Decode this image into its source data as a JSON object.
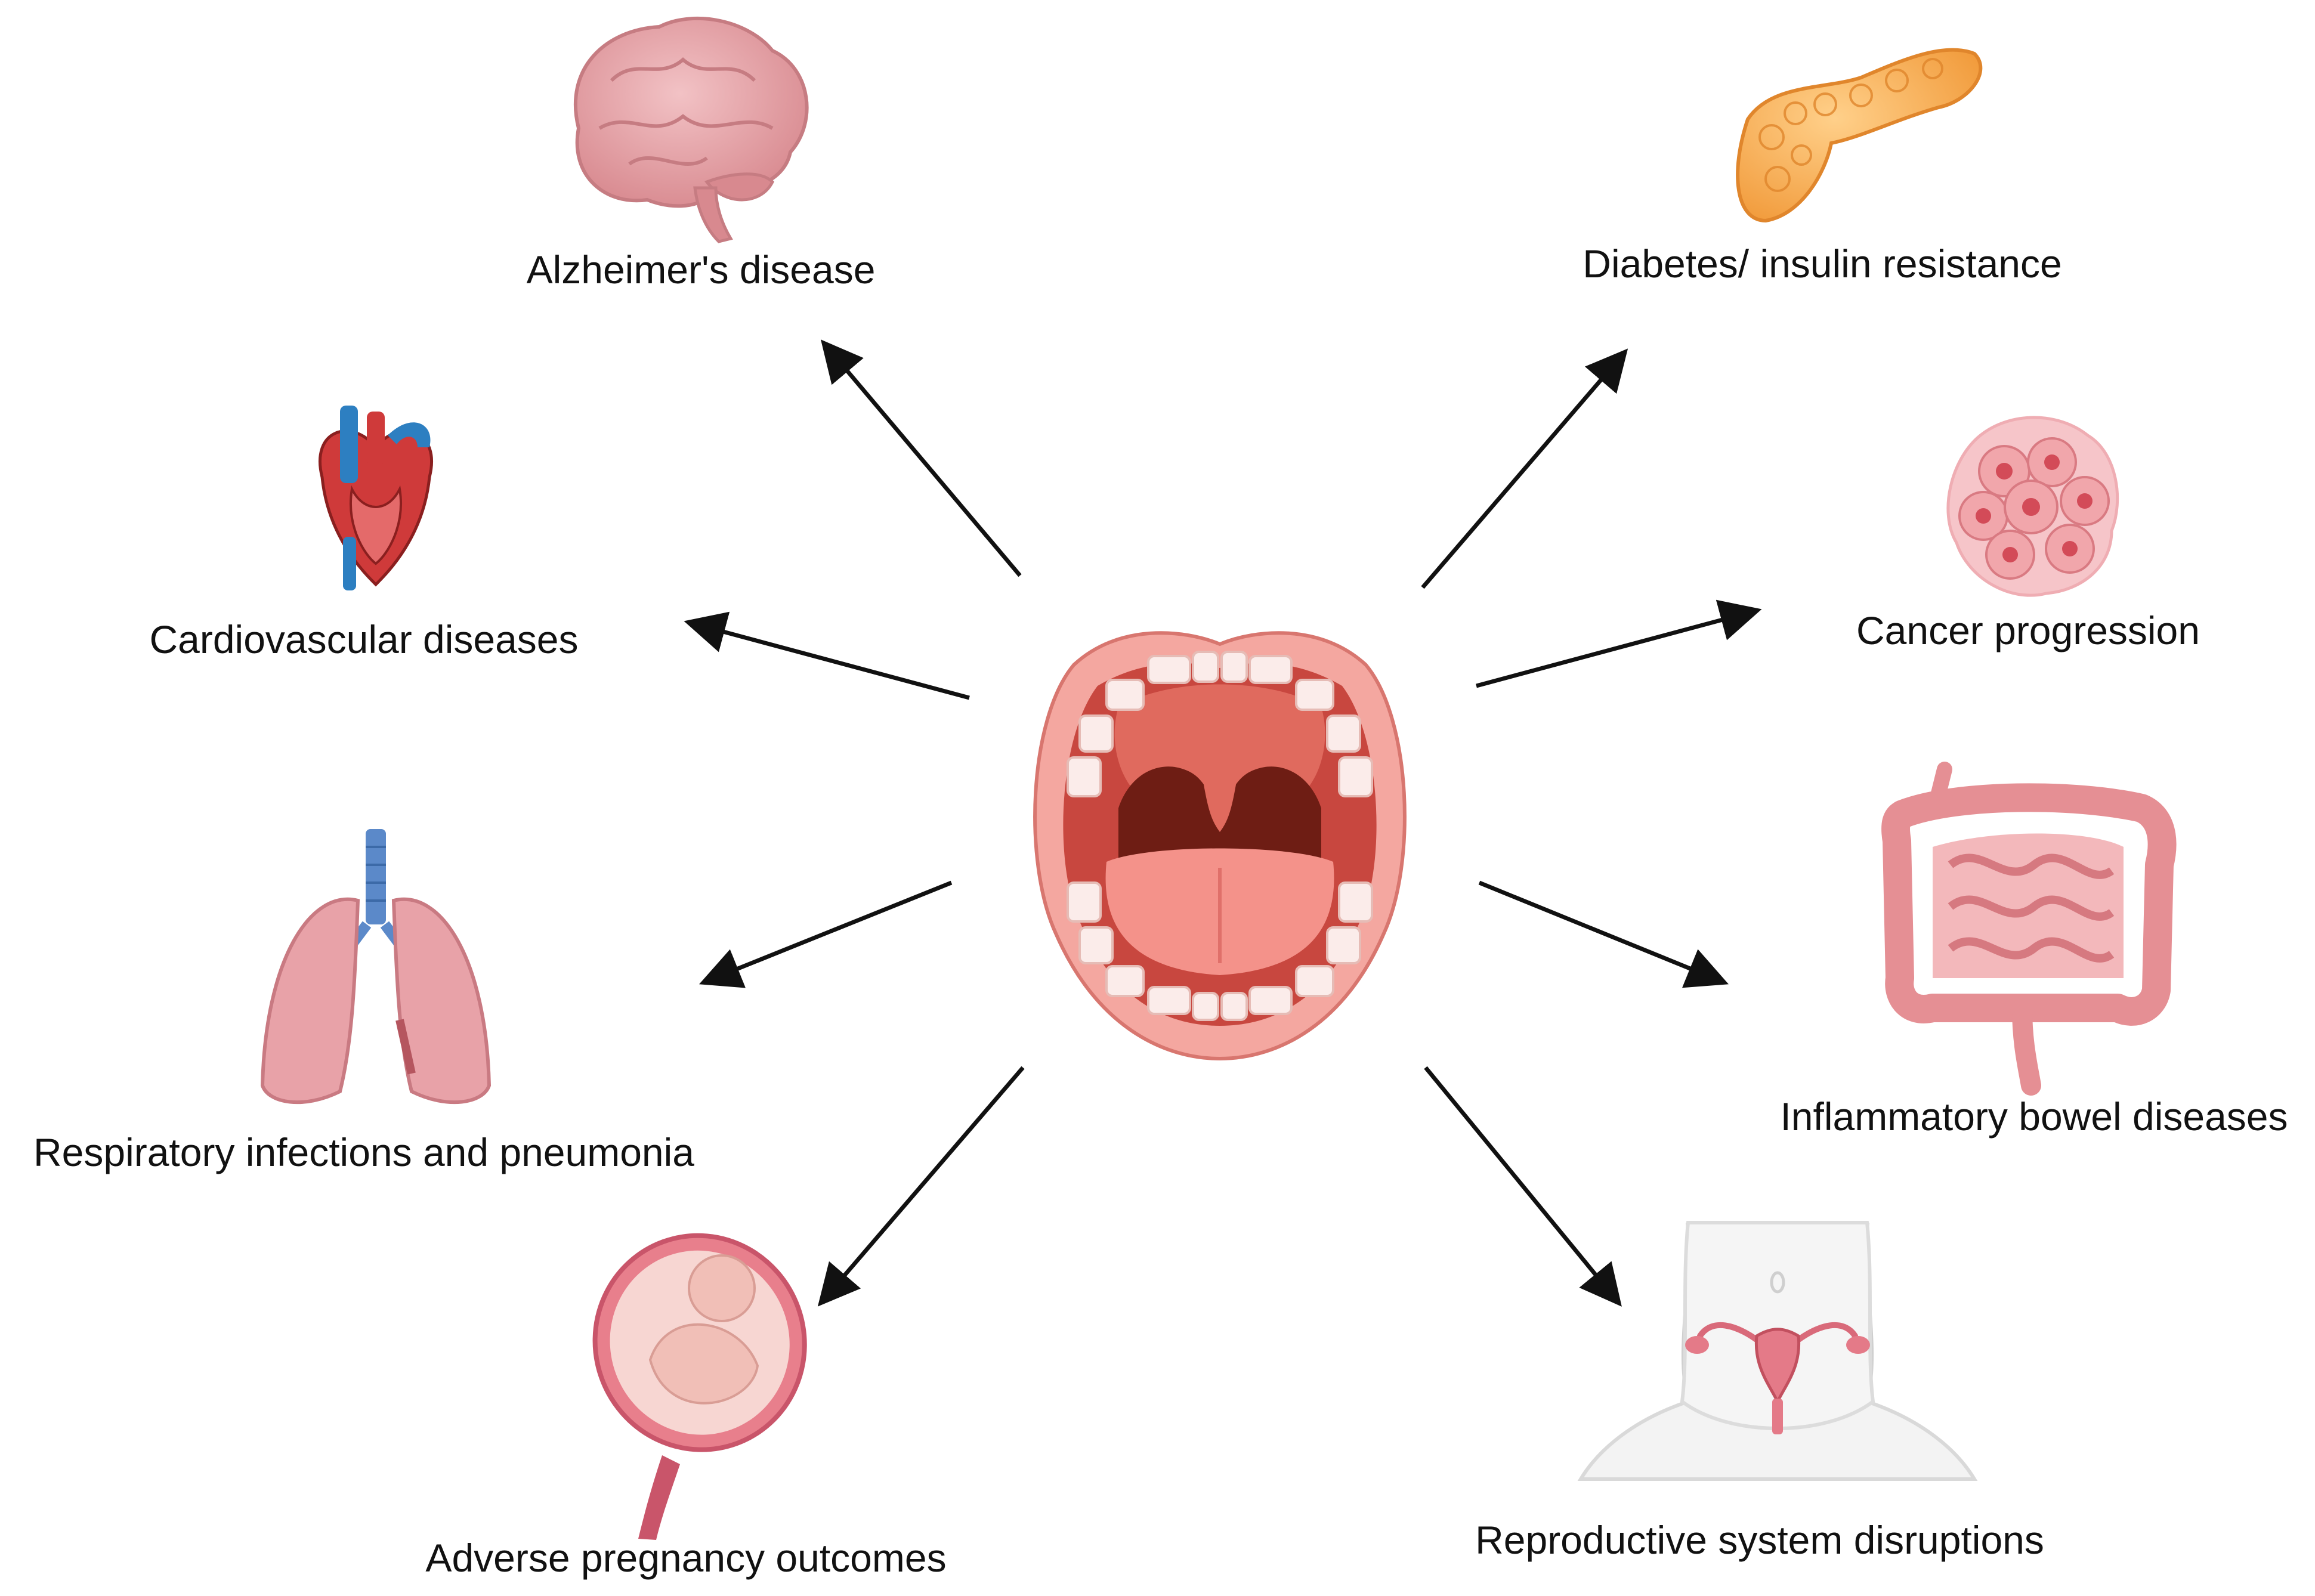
{
  "center": {
    "organ": "mouth",
    "icon": "open-mouth-icon"
  },
  "outcomes": [
    {
      "id": "alzheimers",
      "label": "Alzheimer's disease",
      "icon": "brain-icon",
      "side": "left"
    },
    {
      "id": "cardiovascular",
      "label": "Cardiovascular diseases",
      "icon": "heart-icon",
      "side": "left"
    },
    {
      "id": "respiratory",
      "label": "Respiratory infections and pneumonia",
      "icon": "lungs-icon",
      "side": "left"
    },
    {
      "id": "pregnancy",
      "label": "Adverse pregnancy outcomes",
      "icon": "uterus-fetus-icon",
      "side": "left"
    },
    {
      "id": "diabetes",
      "label": "Diabetes/ insulin resistance",
      "icon": "pancreas-icon",
      "side": "right"
    },
    {
      "id": "cancer",
      "label": "Cancer progression",
      "icon": "cancer-cells-icon",
      "side": "right"
    },
    {
      "id": "ibd",
      "label": "Inflammatory bowel diseases",
      "icon": "intestine-icon",
      "side": "right"
    },
    {
      "id": "reproductive",
      "label": "Reproductive system disruptions",
      "icon": "female-reproductive-icon",
      "side": "right"
    }
  ],
  "colors": {
    "arrow": "#111111",
    "text": "#111111",
    "mouth_lip": "#f4a7a0",
    "mouth_inner": "#c8473f",
    "throat": "#6e1d14",
    "tongue": "#f4928a",
    "teeth": "#fbecea",
    "brain": "#e7a9ad",
    "heart_red": "#cf3a3a",
    "heart_blue": "#2d7fc1",
    "lung": "#e8a2a8",
    "trachea": "#5b89c9",
    "pancreas": "#f5a84a",
    "cancer": "#f1a6ab",
    "intestine": "#e58f94",
    "body_outline": "#cfcfcf",
    "uterus": "#d96a7a"
  }
}
